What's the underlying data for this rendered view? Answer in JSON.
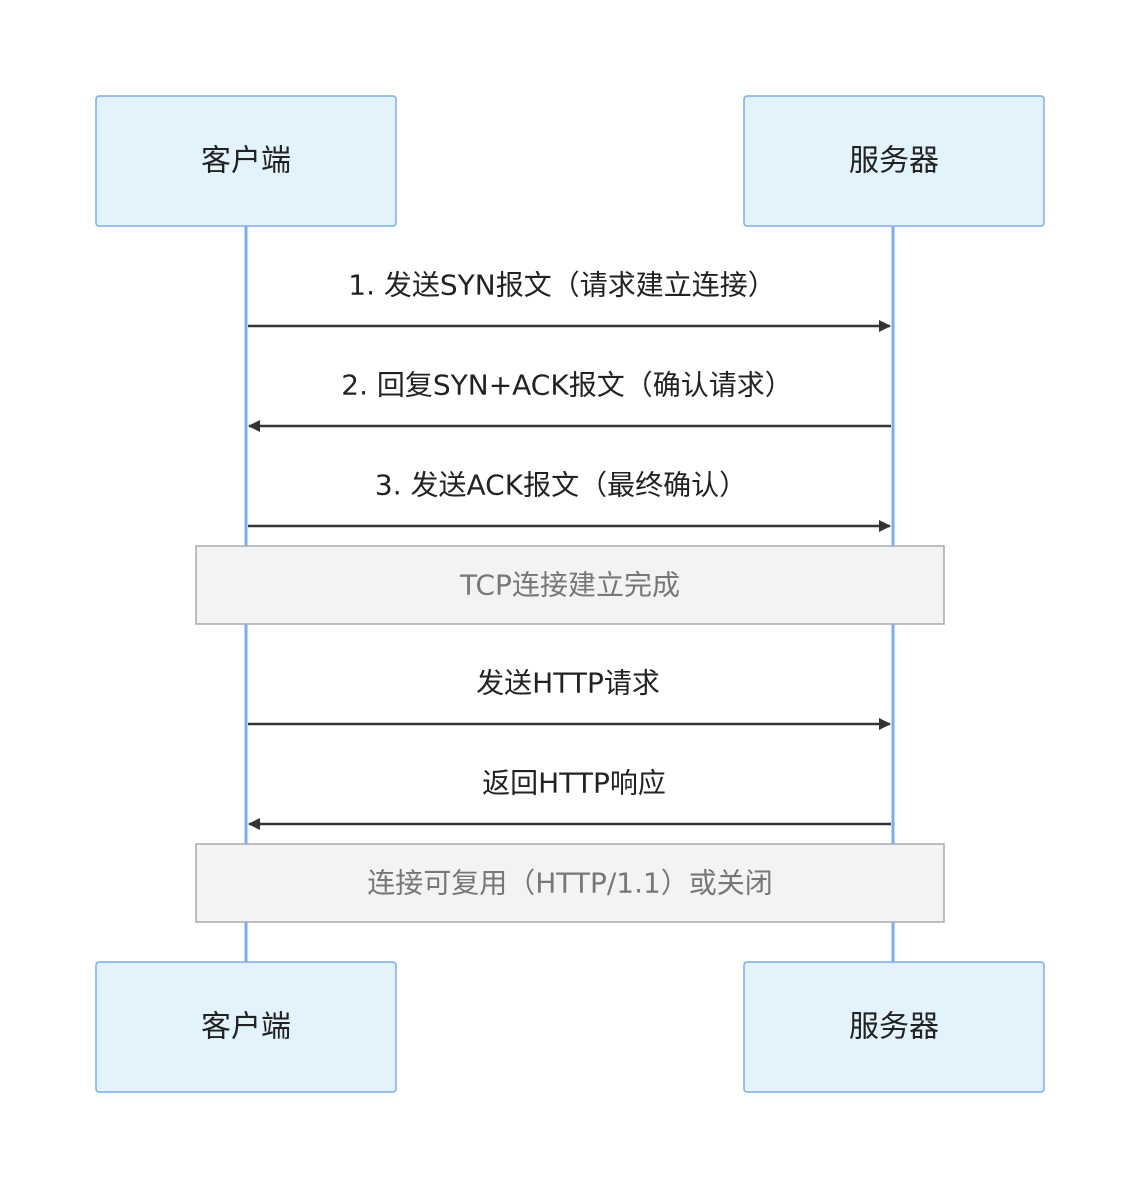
{
  "participants": {
    "client": "客户端",
    "server": "服务器"
  },
  "messages": [
    {
      "text": "1. 发送SYN报文（请求建立连接）",
      "from": "client",
      "to": "server"
    },
    {
      "text": "2. 回复SYN+ACK报文（确认请求）",
      "from": "server",
      "to": "client"
    },
    {
      "text": "3. 发送ACK报文（最终确认）",
      "from": "client",
      "to": "server"
    },
    {
      "text": "发送HTTP请求",
      "from": "client",
      "to": "server"
    },
    {
      "text": "返回HTTP响应",
      "from": "server",
      "to": "client"
    }
  ],
  "notes": [
    {
      "text": "TCP连接建立完成"
    },
    {
      "text": "连接可复用（HTTP/1.1）或关闭"
    }
  ],
  "colors": {
    "participant_fill": "#e3f3fc",
    "participant_stroke": "#7aabf2",
    "lifeline": "#7aabf2",
    "message_line": "#333333",
    "note_fill": "#f2f3f5",
    "note_stroke": "#aaaaaa",
    "note_text": "#777777",
    "text": "#222222"
  }
}
